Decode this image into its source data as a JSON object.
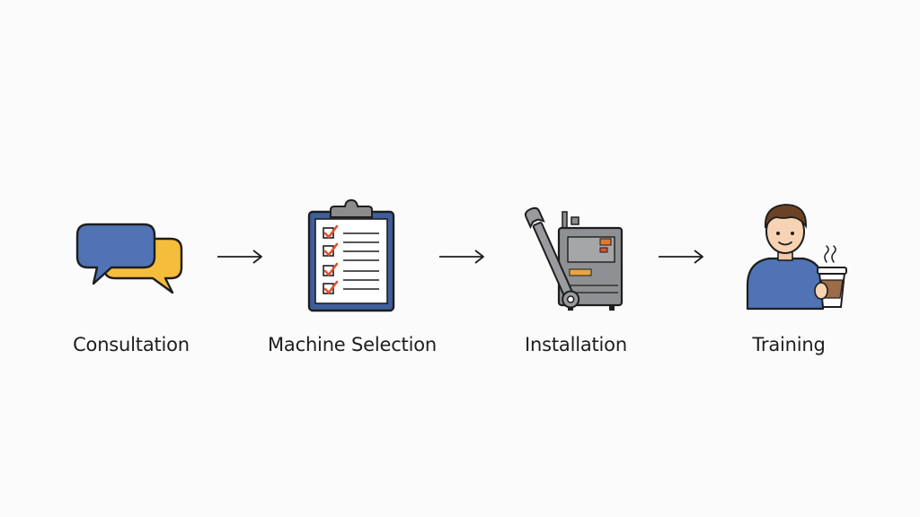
{
  "flow": {
    "steps": [
      {
        "label": "Consultation",
        "icon": "speech-bubbles-icon"
      },
      {
        "label": "Machine Selection",
        "icon": "clipboard-checklist-icon"
      },
      {
        "label": "Installation",
        "icon": "wrench-and-machine-icon"
      },
      {
        "label": "Training",
        "icon": "person-with-coffee-icon"
      }
    ],
    "connector_icon": "arrow-right-icon"
  },
  "colors": {
    "primary_blue": "#4f73b5",
    "accent_yellow": "#f5bd3c",
    "check_red": "#e0522e",
    "machine_gray": "#8c8c8c",
    "outline": "#1e1e1e"
  }
}
